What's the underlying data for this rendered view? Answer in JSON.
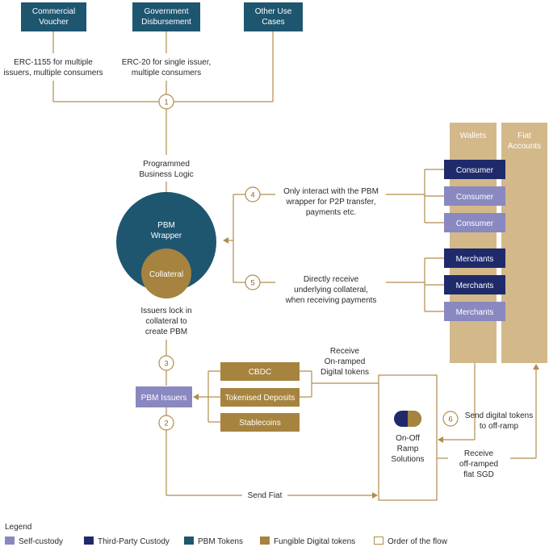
{
  "use_cases": {
    "commercial": [
      "Commercial",
      "Voucher"
    ],
    "government": [
      "Government",
      "Disbursement"
    ],
    "other": [
      "Other Use",
      "Cases"
    ]
  },
  "erc1155": [
    "ERC-1155 for multiple",
    "issuers, multiple consumers"
  ],
  "erc20": [
    "ERC-20 for single issuer,",
    "multiple consumers"
  ],
  "steps": {
    "s1": "1",
    "s2": "2",
    "s3": "3",
    "s4": "4",
    "s5": "5",
    "s6": "6"
  },
  "programmed_logic": [
    "Programmed",
    "Business Logic"
  ],
  "pbm_wrapper": [
    "PBM",
    "Wrapper"
  ],
  "collateral": "Collateral",
  "issuers_lock": [
    "Issuers lock in",
    "collateral to",
    "create PBM"
  ],
  "note4": [
    "Only interact with the PBM",
    "wrapper for P2P transfer,",
    "payments etc."
  ],
  "note5": [
    "Directly receive",
    "underlying collateral,",
    "when receiving payments"
  ],
  "wallets": "Wallets",
  "fiat_accounts": [
    "Fiat",
    "Accounts"
  ],
  "consumers": [
    "Consumer",
    "Consumer",
    "Consumer"
  ],
  "merchants": [
    "Merchants",
    "Merchants",
    "Merchants"
  ],
  "pbm_issuers": "PBM Issuers",
  "tokens": [
    "CBDC",
    "Tokenised Deposits",
    "Stablecoins"
  ],
  "receive_onramped": [
    "Receive",
    "On-ramped",
    "Digital tokens"
  ],
  "onoff_ramp": [
    "On-Off",
    "Ramp",
    "Solutions"
  ],
  "send_digital": [
    "Send digital tokens",
    "to off-ramp"
  ],
  "receive_offramped": [
    "Receive",
    "off-ramped",
    "flat SGD"
  ],
  "send_fiat": "Send Fiat",
  "legend": {
    "title": "Legend",
    "items": [
      {
        "label": "Self-custody",
        "color": "#8a88c0"
      },
      {
        "label": "Third-Party Custody",
        "color": "#1f2a6b"
      },
      {
        "label": "PBM Tokens",
        "color": "#1e5670"
      },
      {
        "label": "Fungible Digital tokens",
        "color": "#a6833f"
      },
      {
        "label": "Order of the flow",
        "color": "#ffffff"
      }
    ]
  },
  "colors": {
    "teal": "#1e5670",
    "navy": "#1f2a6b",
    "lavender": "#8a88c0",
    "gold": "#a6833f",
    "tan": "#d3b88a",
    "line": "#b08d4c"
  }
}
